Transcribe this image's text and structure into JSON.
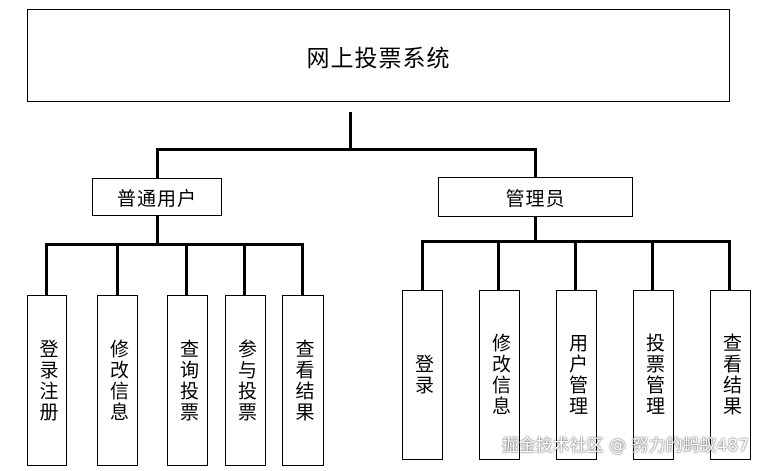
{
  "diagram": {
    "root": {
      "label": "网上投票系统"
    },
    "groups": [
      {
        "label": "普通用户",
        "children": [
          "登录注册",
          "修改信息",
          "查询投票",
          "参与投票",
          "查看结果"
        ]
      },
      {
        "label": "管理员",
        "children": [
          "登录",
          "修改信息",
          "用户管理",
          "投票管理",
          "查看结果"
        ]
      }
    ]
  },
  "watermark": "掘金技术社区 @ 努力的蚂蚁487"
}
